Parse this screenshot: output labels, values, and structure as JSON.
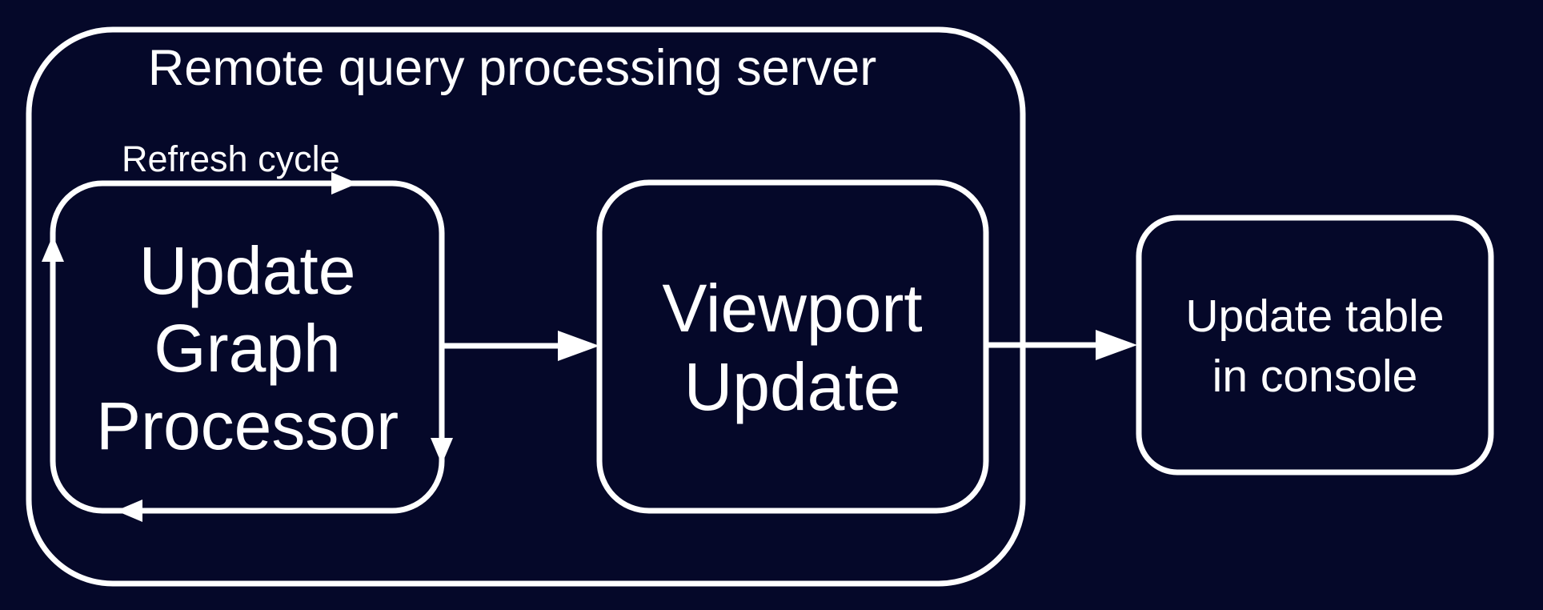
{
  "colors": {
    "background": "#050829",
    "stroke": "#ffffff",
    "text": "#ffffff"
  },
  "container": {
    "label": "Remote query processing server"
  },
  "loop": {
    "label": "Refresh cycle"
  },
  "nodes": {
    "update_graph_processor": {
      "lines": [
        "Update",
        "Graph",
        "Processor"
      ]
    },
    "viewport_update": {
      "lines": [
        "Viewport",
        "Update"
      ]
    },
    "update_table_in_console": {
      "lines": [
        "Update table",
        "in console"
      ]
    }
  }
}
